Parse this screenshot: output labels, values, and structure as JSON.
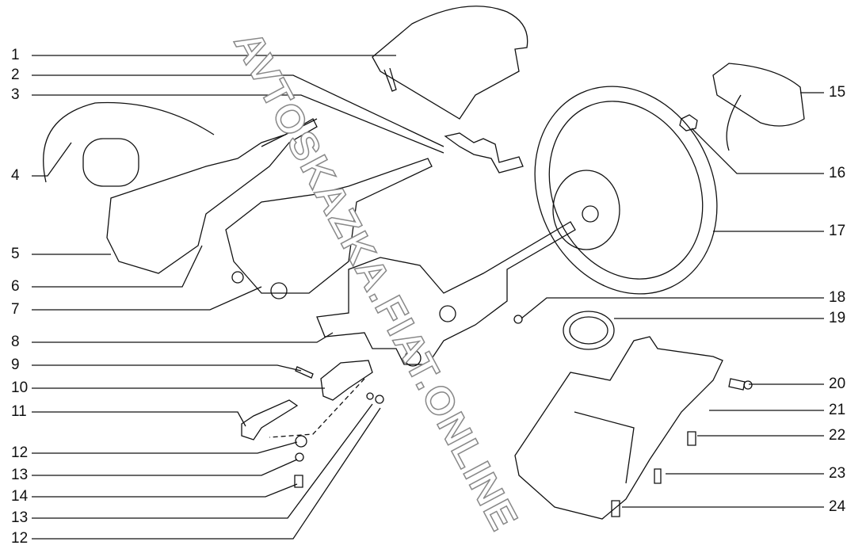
{
  "callouts_left": [
    "1",
    "2",
    "3",
    "4",
    "5",
    "6",
    "7",
    "8",
    "9",
    "10",
    "11",
    "12",
    "13",
    "14",
    "13",
    "12"
  ],
  "callouts_right": [
    "15",
    "16",
    "17",
    "18",
    "19",
    "20",
    "21",
    "22",
    "23",
    "24"
  ],
  "watermark": "AVTOSKAZKA.FIAT.ONLINE"
}
